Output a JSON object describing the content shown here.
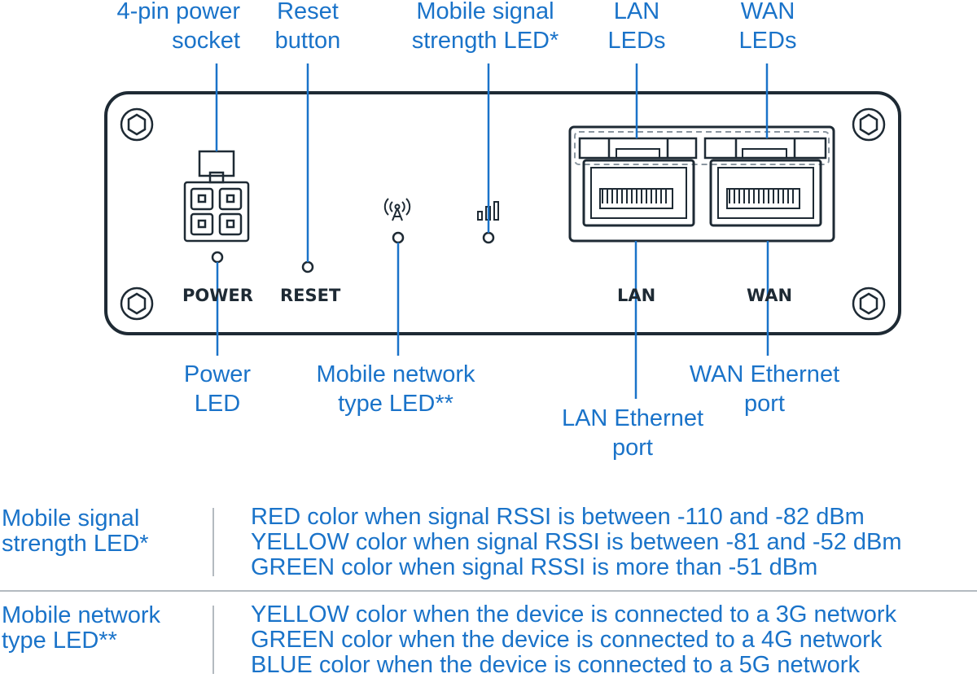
{
  "callouts": {
    "power_socket": [
      "4-pin power",
      "socket"
    ],
    "reset_button": [
      "Reset",
      "button"
    ],
    "signal_led": [
      "Mobile signal",
      "strength LED*"
    ],
    "lan_leds": [
      "LAN",
      "LEDs"
    ],
    "wan_leds": [
      "WAN",
      "LEDs"
    ],
    "power_led": [
      "Power",
      "LED"
    ],
    "network_type_led": [
      "Mobile network",
      "type LED**"
    ],
    "wan_port": [
      "WAN Ethernet",
      "port"
    ],
    "lan_port": [
      "LAN Ethernet",
      "port"
    ]
  },
  "panel_labels": {
    "power": "POWER",
    "reset": "RESET",
    "lan": "LAN",
    "wan": "WAN"
  },
  "legend": [
    {
      "title": [
        "Mobile signal",
        "strength LED*"
      ],
      "lines": [
        "RED color when signal RSSI is between -110 and -82 dBm",
        "YELLOW color when signal RSSI is between -81 and -52 dBm",
        "GREEN color when signal RSSI is more than -51 dBm"
      ]
    },
    {
      "title": [
        "Mobile network",
        "type LED**"
      ],
      "lines": [
        "YELLOW color when the device is connected to a 3G network",
        "GREEN color when the device is connected to a 4G network",
        "BLUE color when the device is connected to a 5G network"
      ]
    }
  ],
  "colors": {
    "accent": "#1a73c9",
    "outline": "#1e2a34",
    "divider": "#9aa3ab"
  },
  "icons": [
    "hex-screw-icon",
    "antenna-icon",
    "signal-bars-icon",
    "ethernet-port-icon",
    "power-socket-icon"
  ]
}
